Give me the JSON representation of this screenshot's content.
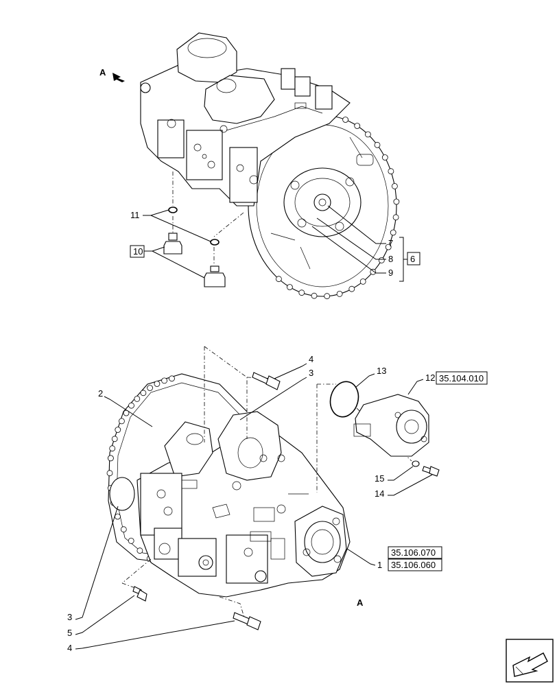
{
  "view_markers": {
    "top": "A",
    "bottom": "A"
  },
  "top_assembly": {
    "callouts": {
      "c11": "11",
      "c10": "10",
      "c7": "7",
      "c8": "8",
      "c9": "9",
      "c6": "6"
    }
  },
  "bottom_assembly": {
    "callouts": {
      "c2": "2",
      "c3a": "3",
      "c4a": "4",
      "c13": "13",
      "c12": "12",
      "c15": "15",
      "c14": "14",
      "c1": "1",
      "c3b": "3",
      "c5": "5",
      "c4b": "4"
    },
    "references": {
      "ref12": "35.104.010",
      "ref1a": "35.106.070",
      "ref1b": "35.106.060"
    }
  },
  "nav": {
    "icon": "next-page-arrow-icon"
  }
}
